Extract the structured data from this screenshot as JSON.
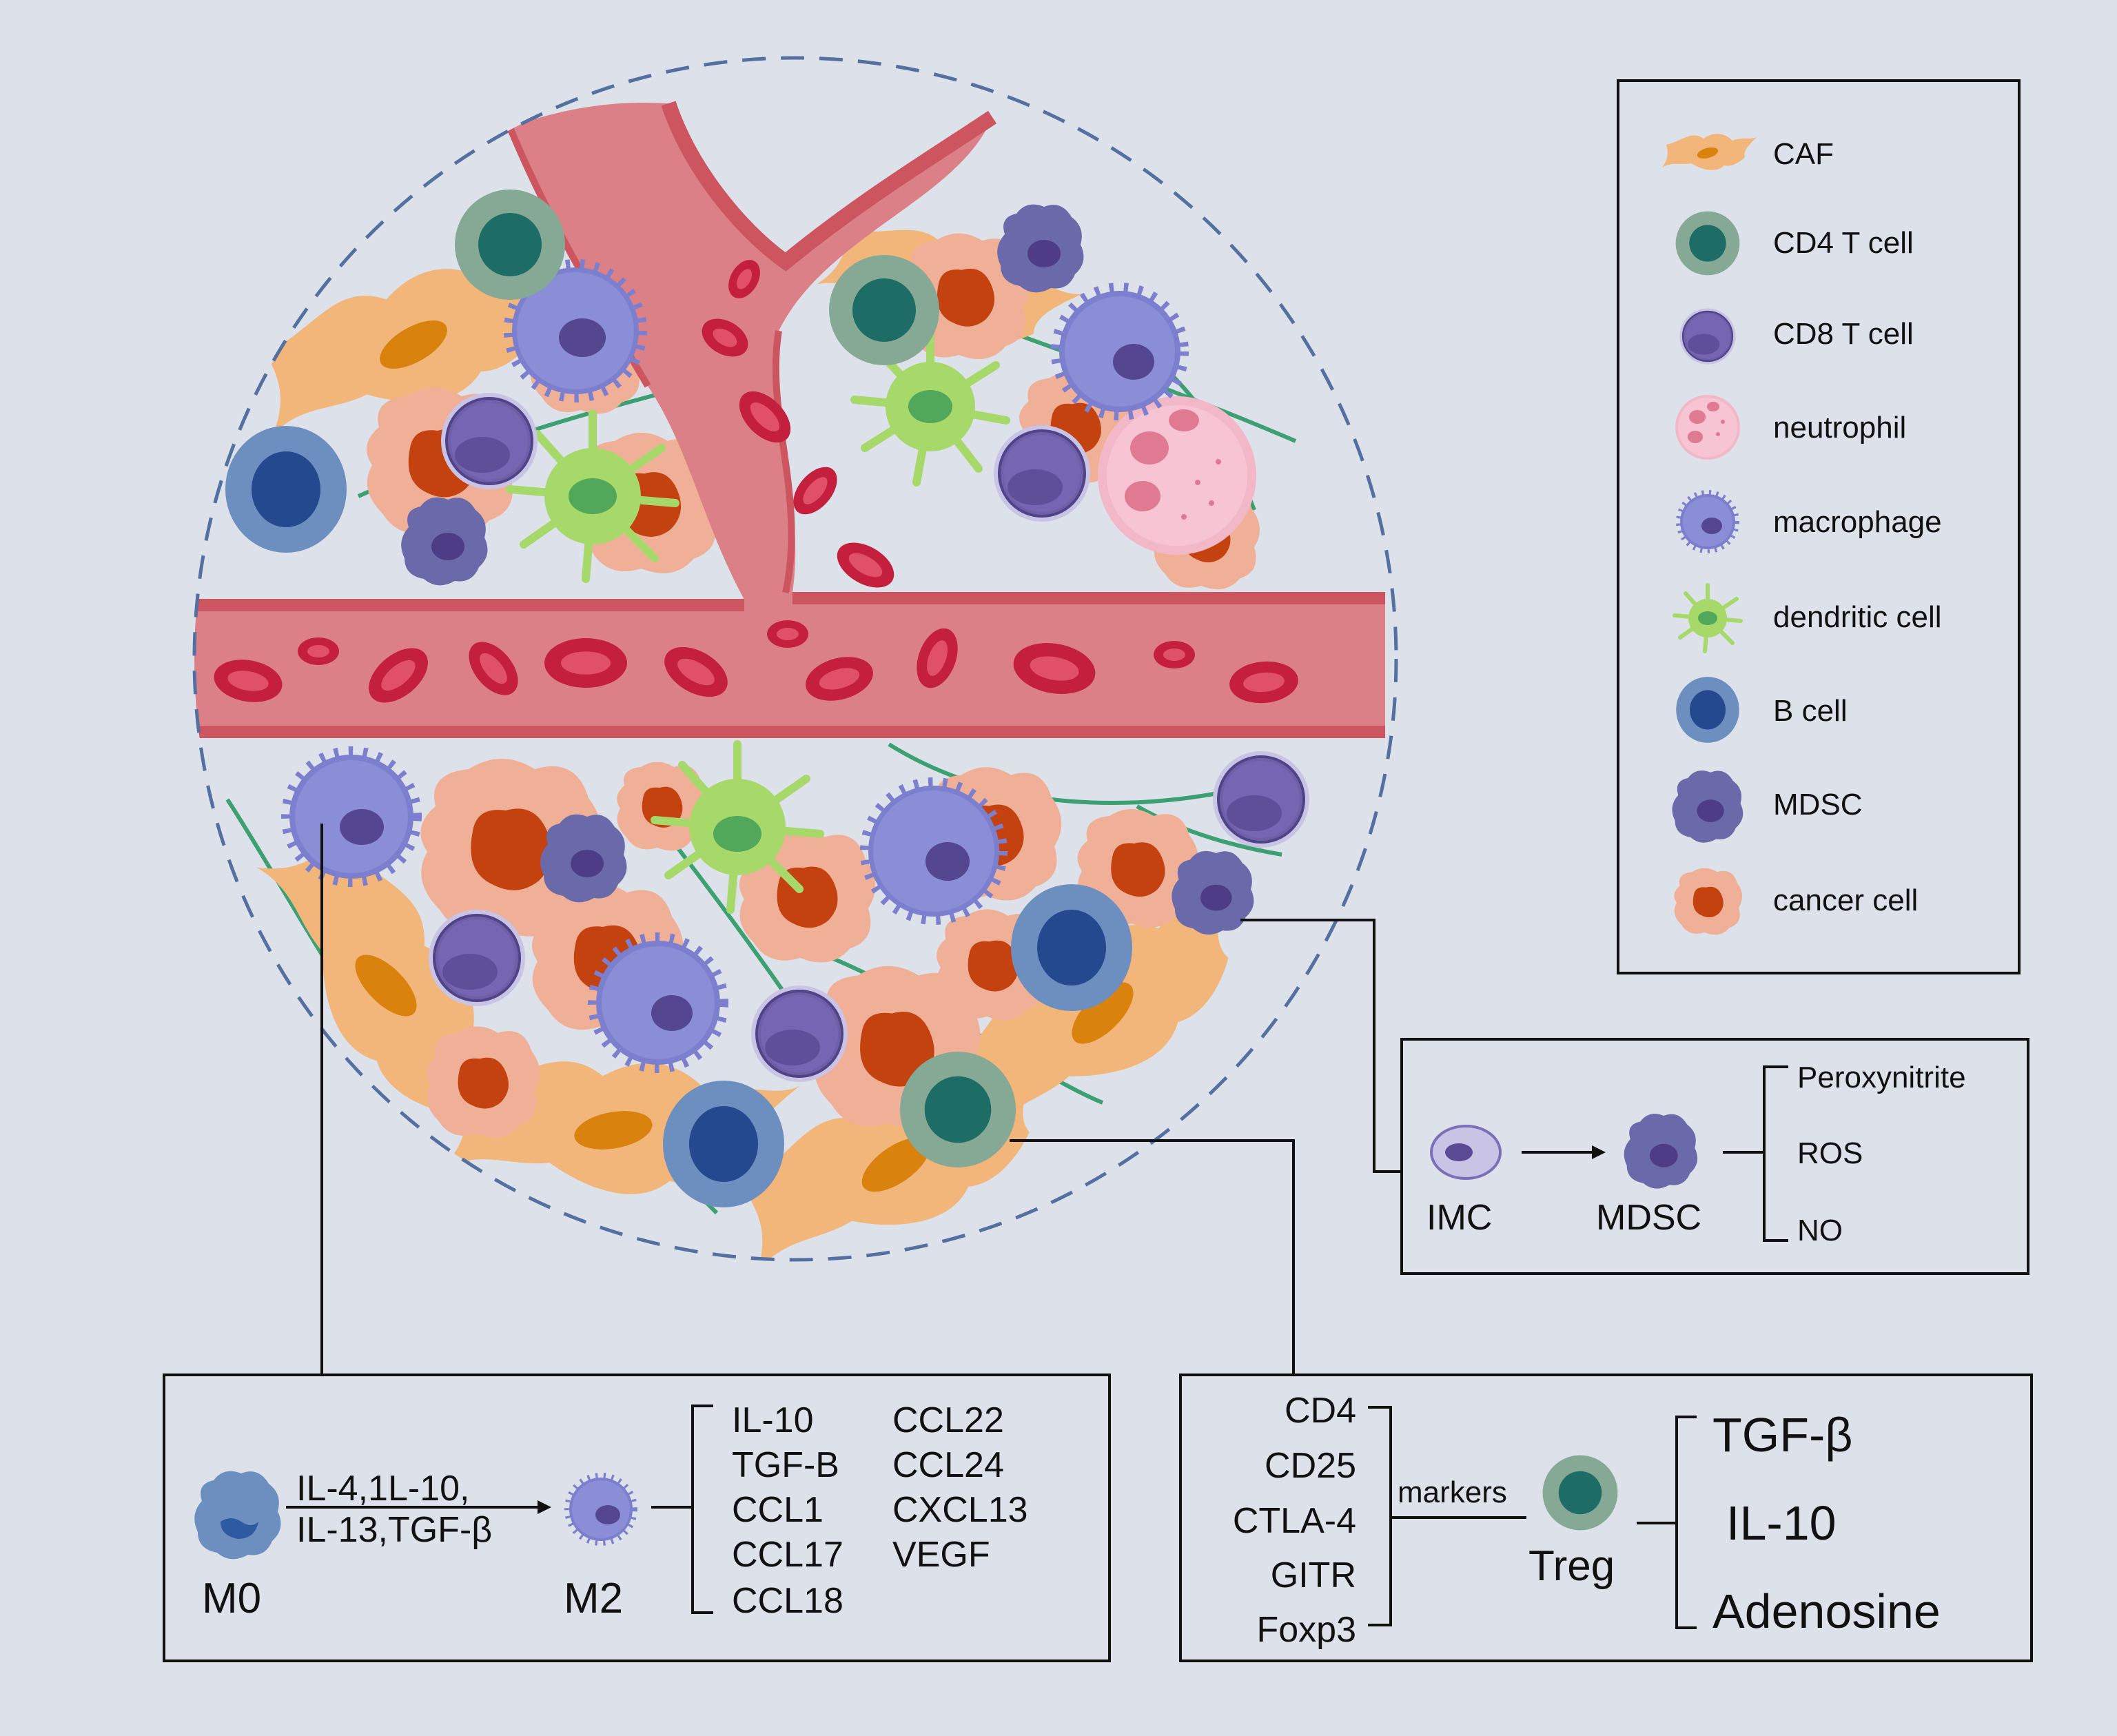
{
  "legend": {
    "items": [
      {
        "icon": "caf-icon",
        "label": "CAF"
      },
      {
        "icon": "cd4-t-cell-icon",
        "label": "CD4 T cell"
      },
      {
        "icon": "cd8-t-cell-icon",
        "label": "CD8 T cell"
      },
      {
        "icon": "neutrophil-icon",
        "label": "neutrophil"
      },
      {
        "icon": "macrophage-icon",
        "label": "macrophage"
      },
      {
        "icon": "dendritic-cell-icon",
        "label": "dendritic cell"
      },
      {
        "icon": "b-cell-icon",
        "label": "B cell"
      },
      {
        "icon": "mdsc-icon",
        "label": "MDSC"
      },
      {
        "icon": "cancer-cell-icon",
        "label": "cancer cell"
      }
    ]
  },
  "macrophage_panel": {
    "m0_label": "M0",
    "m2_label": "M2",
    "stimuli_line1": "IL-4,1L-10,",
    "stimuli_line2": "IL-13,TGF-β",
    "secreted_col1": [
      "IL-10",
      "TGF-B",
      "CCL1",
      "CCL17",
      "CCL18"
    ],
    "secreted_col2": [
      "CCL22",
      "CCL24",
      "CXCL13",
      "VEGF"
    ]
  },
  "mdsc_panel": {
    "imc_label": "IMC",
    "mdsc_label": "MDSC",
    "products": [
      "Peroxynitrite",
      "ROS",
      "NO"
    ]
  },
  "treg_panel": {
    "markers": [
      "CD4",
      "CD25",
      "CTLA-4",
      "GITR",
      "Foxp3"
    ],
    "markers_label": "markers",
    "treg_label": "Treg",
    "products": [
      "TGF-β",
      "IL-10",
      "Adenosine"
    ]
  },
  "colors": {
    "background": "#dde1ea",
    "vessel": "#dc8088",
    "vessel_wall": "#cc5560",
    "rbc": "#c41f3c",
    "caf": "#f2b57a",
    "cd4": "#1d6d66",
    "cd8": "#6a5aa6",
    "macrophage": "#7b7fcd",
    "dendritic": "#a6d96a",
    "b_cell": "#24498f",
    "mdsc": "#6a6aaa",
    "cancer": "#f0b098",
    "cancer_nucleus": "#c4420f",
    "fiber": "#3da072"
  }
}
